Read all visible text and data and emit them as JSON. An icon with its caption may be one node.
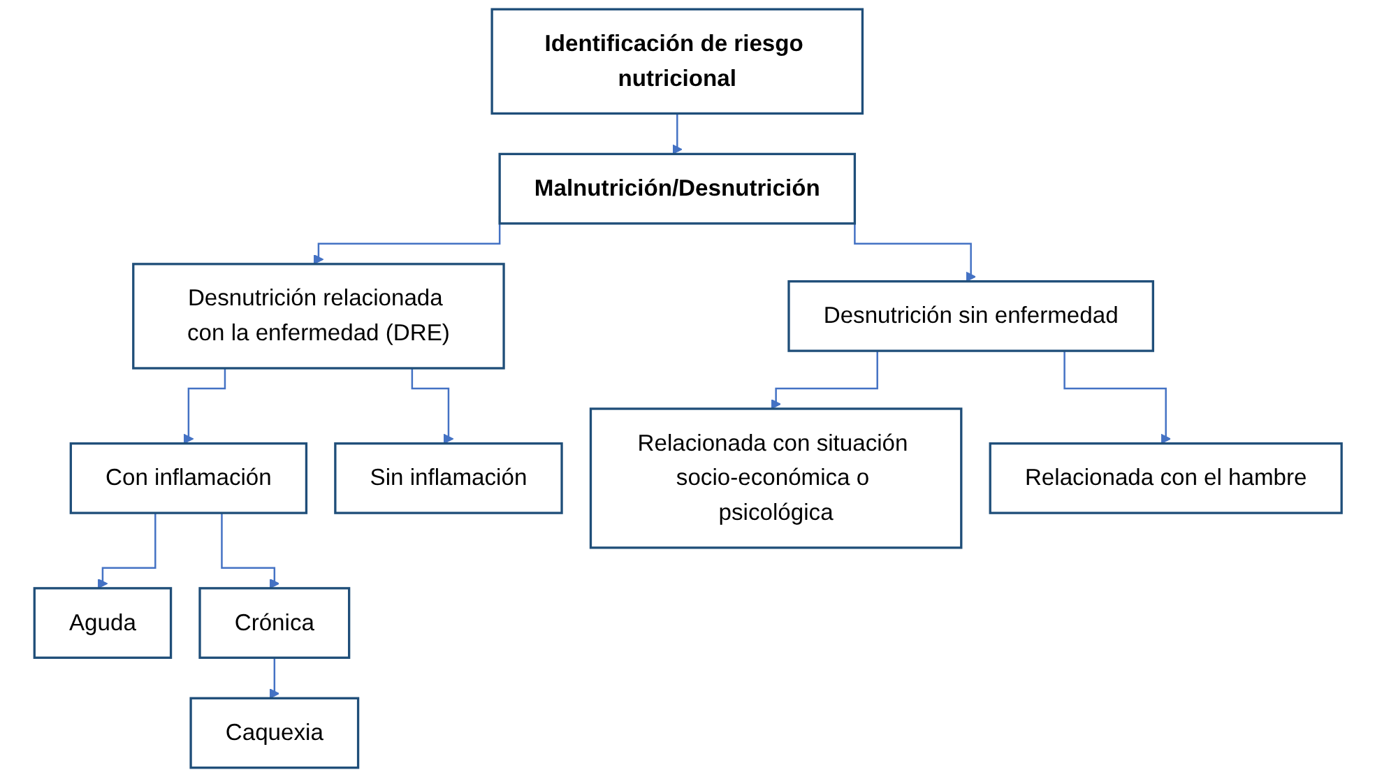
{
  "diagram": {
    "nodes": [
      {
        "text": [
          "Identificación de riesgo nutricional"
        ]
      },
      {
        "text": [
          "Malnutrición/Desnutrición"
        ]
      },
      {
        "text": [
          "Desnutrición relacionada con la enfermedad (DRE)"
        ]
      },
      {
        "text": [
          "Desnutrición sin enfermedad"
        ]
      },
      {
        "text": [
          "Con inflamación"
        ]
      },
      {
        "text": [
          "Sin inflamación"
        ]
      },
      {
        "text": [
          "Relacionada con situación socio-económica o psicológica"
        ]
      },
      {
        "text": [
          "Relacionada con el hambre"
        ]
      },
      {
        "text": [
          "Aguda"
        ]
      },
      {
        "text": [
          "Crónica"
        ]
      },
      {
        "text": [
          "Caquexia"
        ]
      }
    ],
    "edges": [
      {
        "from": 0,
        "to": 1,
        "arrow": "to"
      },
      {
        "from": 1,
        "to": 2,
        "arrow": "to"
      },
      {
        "from": 1,
        "to": 3,
        "arrow": "to"
      },
      {
        "from": 2,
        "to": 4,
        "arrow": "to"
      },
      {
        "from": 2,
        "to": 5,
        "arrow": "to"
      },
      {
        "from": 3,
        "to": 6,
        "arrow": "to"
      },
      {
        "from": 3,
        "to": 7,
        "arrow": "to"
      },
      {
        "from": 4,
        "to": 8,
        "arrow": "to"
      },
      {
        "from": 4,
        "to": 9,
        "arrow": "to"
      },
      {
        "from": 9,
        "to": 10,
        "arrow": "to"
      }
    ]
  }
}
